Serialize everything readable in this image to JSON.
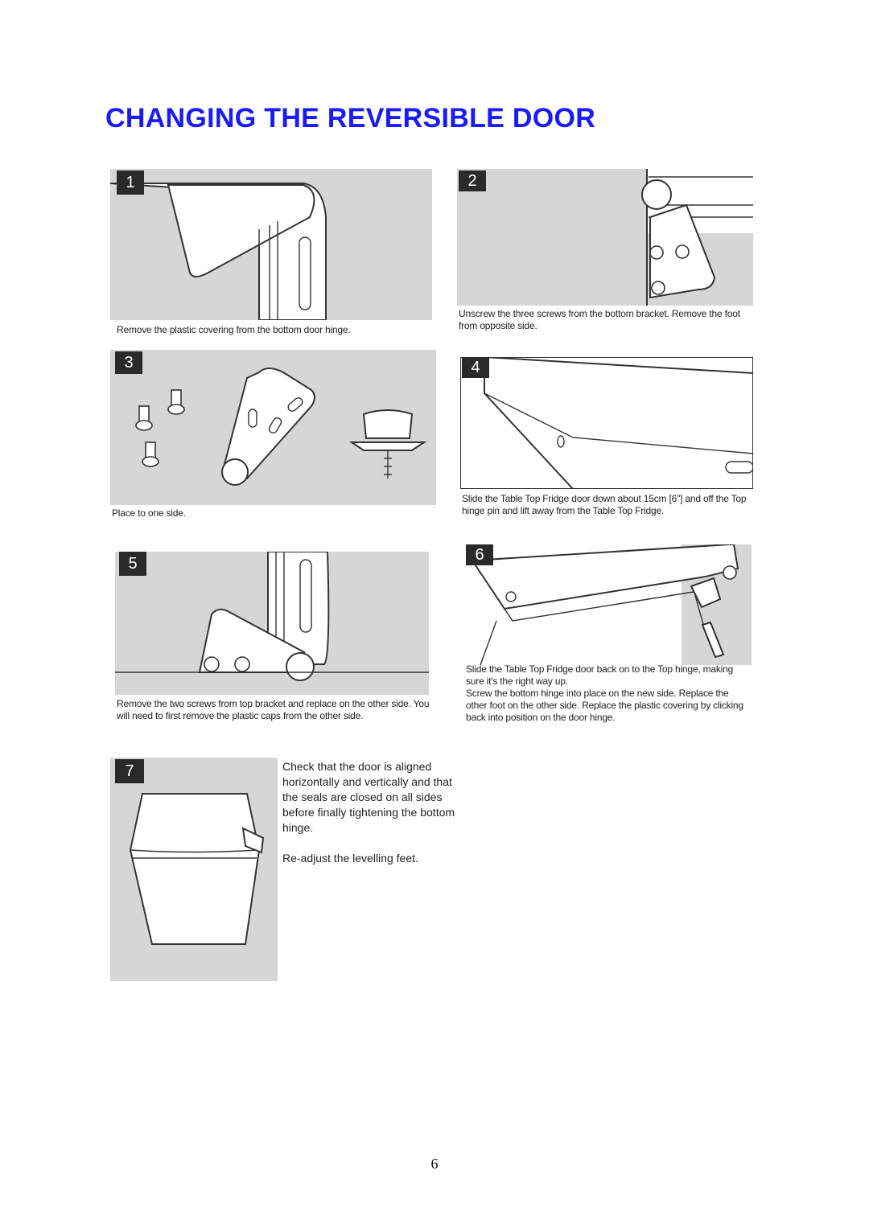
{
  "page": {
    "title": "CHANGING THE REVERSIBLE DOOR",
    "title_color": "#1a1aff",
    "page_number": "6"
  },
  "steps": [
    {
      "number": "1",
      "caption": "Remove the plastic covering from the bottom door hinge."
    },
    {
      "number": "2",
      "caption": "Unscrew the three screws from the bottom bracket. Remove the foot from opposite side."
    },
    {
      "number": "3",
      "caption": "Place to one side."
    },
    {
      "number": "4",
      "caption": "Slide the Table Top Fridge door down about 15cm [6\"] and off the Top hinge pin and lift away from the Table Top Fridge."
    },
    {
      "number": "5",
      "caption": "Remove the two screws from top bracket and replace on the other side. You will need to first remove the plastic caps from the other side."
    },
    {
      "number": "6",
      "caption_1": "Slide the Table Top Fridge door back on to the Top hinge, making sure it's the right way up.",
      "caption_2": "Screw the bottom hinge into place on the new side. Replace the other foot on the other side. Replace the plastic covering by clicking back into position on the door hinge."
    },
    {
      "number": "7",
      "text_1": "Check that the door is aligned horizontally and vertically and that the seals are closed on all sides before finally tightening the bottom hinge.",
      "text_2": "Re-adjust the levelling feet."
    }
  ],
  "colors": {
    "panel_background": "#d6d6d8",
    "badge_background": "#2a2a2a",
    "badge_text": "#ffffff"
  }
}
